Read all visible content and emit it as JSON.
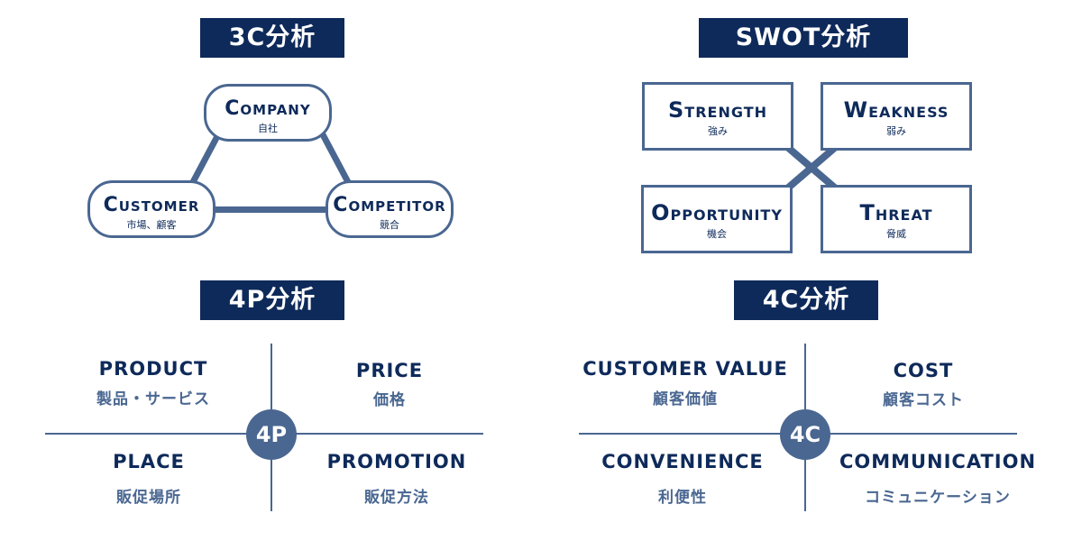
{
  "colors": {
    "navy": "#0e2a5a",
    "slate": "#4a6791",
    "background": "#ffffff"
  },
  "c3": {
    "title": "3C分析",
    "company": {
      "first": "C",
      "rest": "OMPANY",
      "jp": "自社"
    },
    "customer": {
      "first": "C",
      "rest": "USTOMER",
      "jp": "市場、顧客"
    },
    "competitor": {
      "first": "C",
      "rest": "OMPETITOR",
      "jp": "競合"
    }
  },
  "swot": {
    "title": "SWOT分析",
    "strength": {
      "first": "S",
      "rest": "TRENGTH",
      "jp": "強み"
    },
    "weakness": {
      "first": "W",
      "rest": "EAKNESS",
      "jp": "弱み"
    },
    "opportunity": {
      "first": "O",
      "rest": "PPORTUNITY",
      "jp": "機会"
    },
    "threat": {
      "first": "T",
      "rest": "HREAT",
      "jp": "脅威"
    }
  },
  "p4": {
    "title": "4P分析",
    "center": "4P",
    "product": {
      "en": "PRODUCT",
      "jp": "製品・サービス"
    },
    "price": {
      "en": "PRICE",
      "jp": "価格"
    },
    "place": {
      "en": "PLACE",
      "jp": "販促場所"
    },
    "promotion": {
      "en": "PROMOTION",
      "jp": "販促方法"
    }
  },
  "c4": {
    "title": "4C分析",
    "center": "4C",
    "customer_value": {
      "en": "CUSTOMER VALUE",
      "jp": "顧客価値"
    },
    "cost": {
      "en": "COST",
      "jp": "顧客コスト"
    },
    "convenience": {
      "en": "CONVENIENCE",
      "jp": "利便性"
    },
    "communication": {
      "en": "COMMUNICATION",
      "jp": "コミュニケーション"
    }
  }
}
